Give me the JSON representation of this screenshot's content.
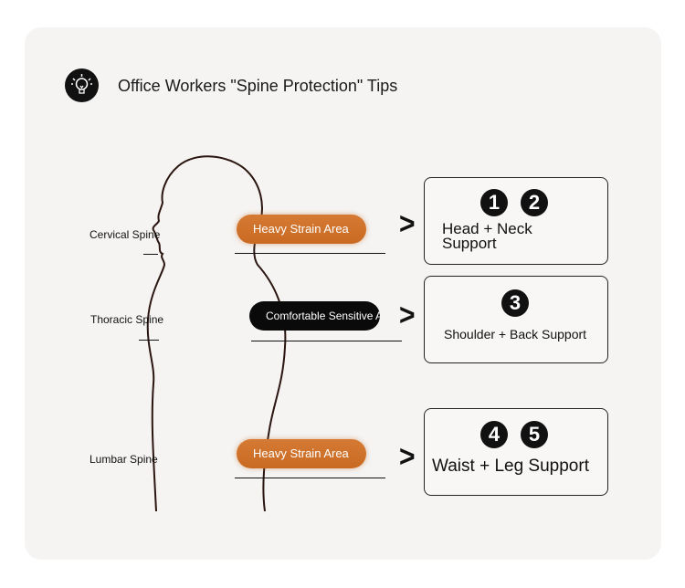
{
  "header": {
    "title": "Office Workers \"Spine Protection\" Tips",
    "icon": "lightbulb-icon"
  },
  "spine_labels": [
    "Cervical Spine",
    "Thoracic Spine",
    "Lumbar Spine"
  ],
  "areas": [
    {
      "label": "Heavy Strain Area",
      "color": "#d07530"
    },
    {
      "label": "Comfortable Sensitive Area",
      "color": "#0a0a0a"
    },
    {
      "label": "Heavy Strain Area",
      "color": "#d07530"
    }
  ],
  "supports": [
    {
      "numbers": [
        "1",
        "2"
      ],
      "label": "Head + Neck Support"
    },
    {
      "numbers": [
        "3"
      ],
      "label": "Shoulder + Back Support"
    },
    {
      "numbers": [
        "4",
        "5"
      ],
      "label": "Waist + Leg Support"
    }
  ]
}
